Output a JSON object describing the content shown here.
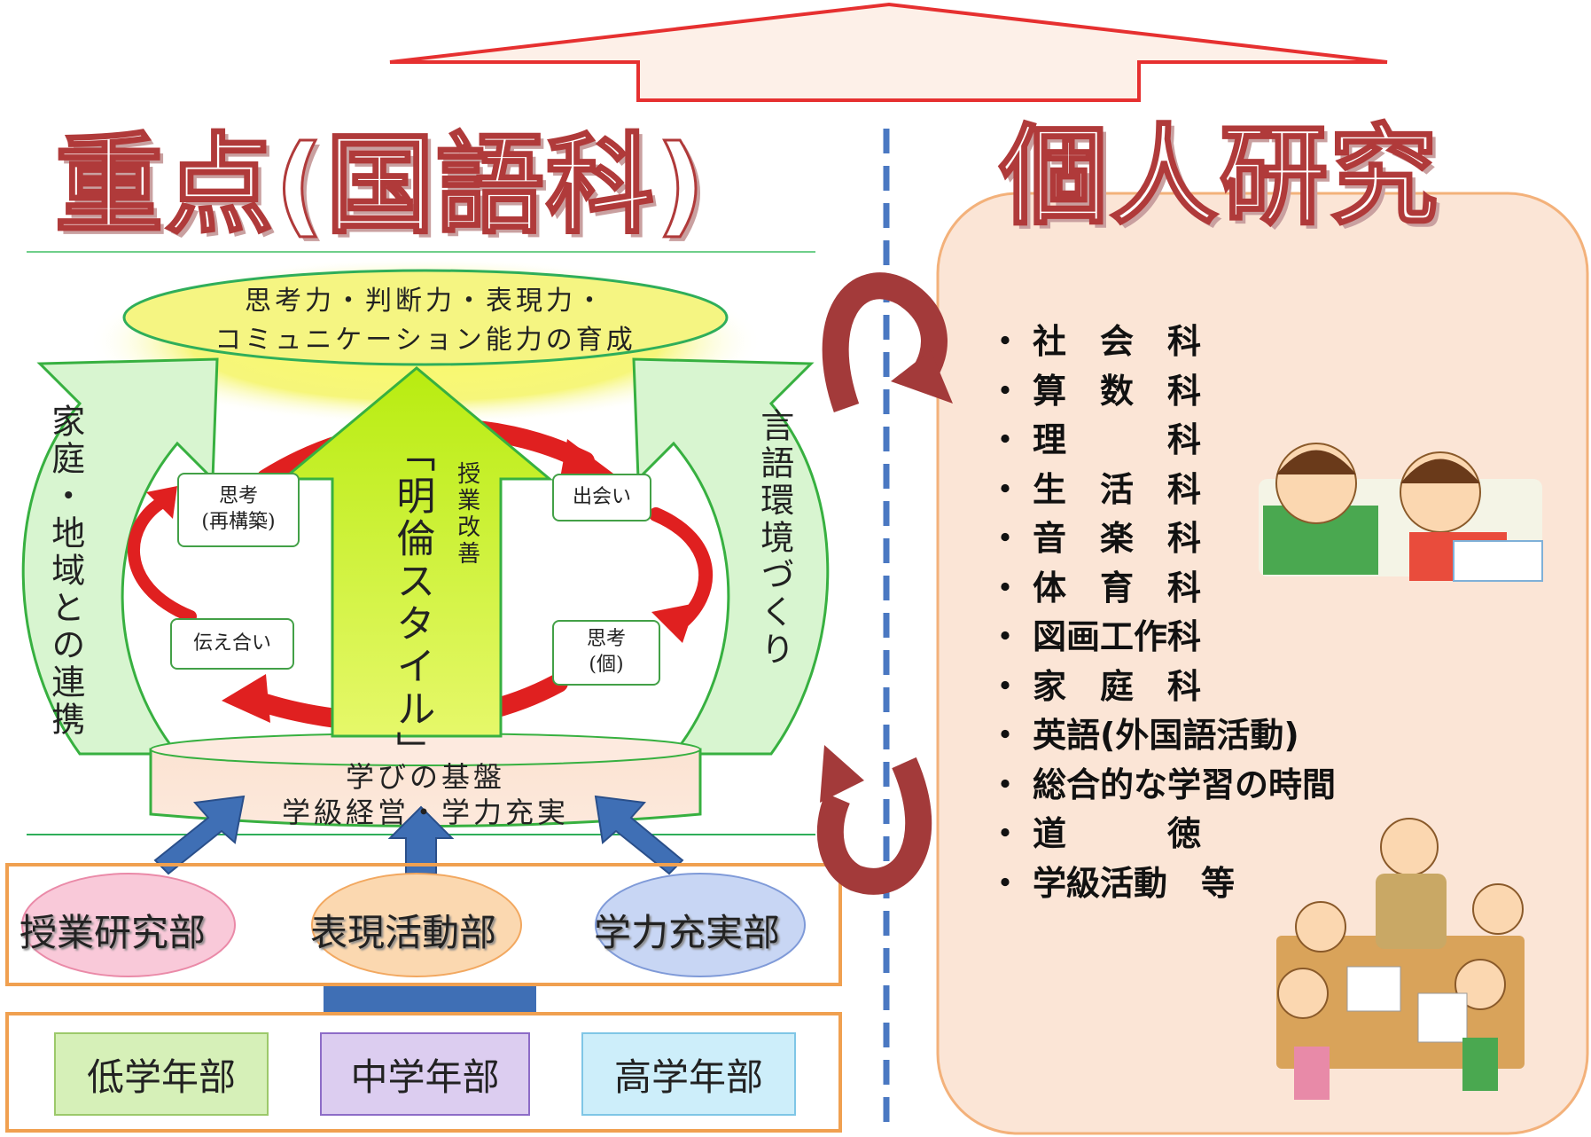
{
  "title_left": "重点(国語科)",
  "title_right": "個人研究",
  "goal": [
    "思考力・判断力・表現力・",
    "コミュニケーション能力の育成"
  ],
  "left_arrow_text": "家庭・地域との連携",
  "right_arrow_text": "言語環境づくり",
  "center_title": "「明倫スタイル」",
  "center_sub": "授業改善",
  "cycle": {
    "top_left": [
      "思考",
      "(再構築)"
    ],
    "bottom_left": "伝え合い",
    "top_right": "出会い",
    "bottom_right": [
      "思考",
      "(個)"
    ]
  },
  "basis": [
    "学びの基盤",
    "学級経営・学力充実"
  ],
  "departments": [
    "授業研究部",
    "表現活動部",
    "学力充実部"
  ],
  "grades": [
    "低学年部",
    "中学年部",
    "高学年部"
  ],
  "bullet": "・",
  "subjects": [
    "社　会　科",
    "算　数　科",
    "理　　　科",
    "生　活　科",
    "音　楽　科",
    "体　育　科",
    "図画工作科",
    "家　庭　科",
    "英語(外国語活動)",
    "総合的な学習の時間",
    "道　　　徳",
    "学級活動　等"
  ],
  "colors": {
    "title_red": "#b03a3a",
    "goal_yellow": "#f5f582",
    "center_arrow_green": "#c6f024",
    "side_arrow_green": "#d8f5d0",
    "cycle_red": "#e02020",
    "blue_arrow": "#3f6fb5",
    "frame_orange": "#f0a050",
    "panel_peach": "#fce4d6",
    "dept_pink": "#f9c9d9",
    "dept_orange": "#fbd8b0",
    "dept_blue": "#c8d6f4",
    "grade_green": "#d6f0b8",
    "grade_purple": "#dccdf0",
    "grade_cyan": "#cdeefa",
    "divider_blue": "#4a78c2",
    "loop_arrow": "#a33a3a"
  }
}
